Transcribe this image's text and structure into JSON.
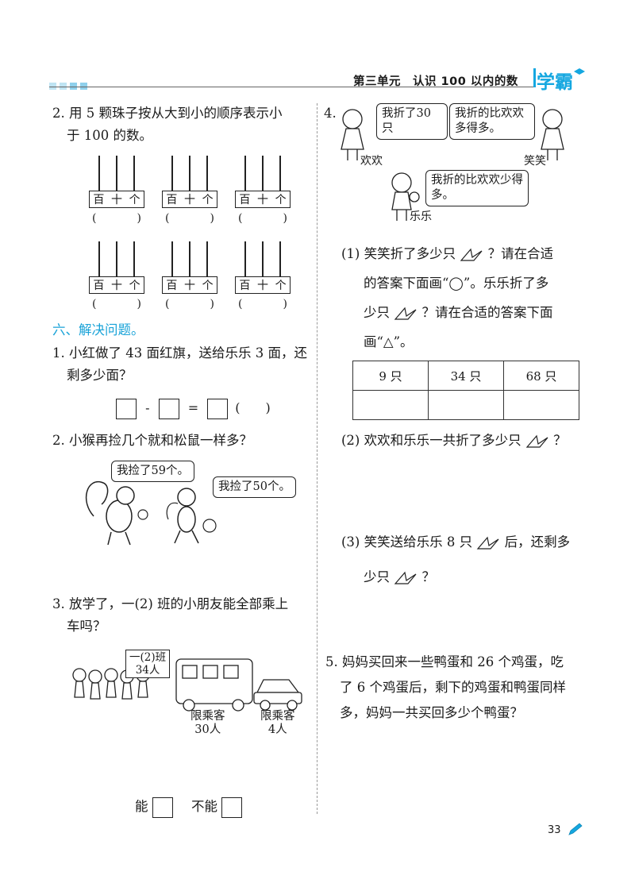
{
  "header": {
    "unit_title": "第三单元　认识 100 以内的数",
    "brand": "学霸"
  },
  "q2_abacus": {
    "text_line1": "2. 用 5 颗珠子按从大到小的顺序表示小",
    "text_line2": "于 100 的数。",
    "frame_labels": [
      "百",
      "十",
      "个"
    ],
    "answer_paren_open": "(",
    "answer_paren_close": ")"
  },
  "section6": {
    "title": "六、解决问题。"
  },
  "p1": {
    "line1": "1. 小红做了 43 面红旗，送给乐乐 3 面，还",
    "line2": "剩多少面？",
    "minus": "-",
    "equals": "=",
    "paren": "(　　)"
  },
  "p2": {
    "text": "2. 小猴再捡几个就和松鼠一样多？",
    "squirrel_says": "我捡了59个。",
    "monkey_says": "我捡了50个。"
  },
  "p3": {
    "line1": "3. 放学了，一(2) 班的小朋友能全部乘上",
    "line2": "车吗？",
    "sign_line1": "一(2)班",
    "sign_line2": "34人",
    "bus_line1": "限乘客",
    "bus_line2": "30人",
    "car_line1": "限乘客",
    "car_line2": "4人",
    "option_yes": "能",
    "option_no": "不能"
  },
  "p4": {
    "number": "4.",
    "huanhuan_says": "我折了30只",
    "xiaoxiao_says": "我折的比欢欢多得多。",
    "lele_says": "我折的比欢欢少得多。",
    "name_huanhuan": "欢欢",
    "name_xiaoxiao": "笑笑",
    "name_lele": "乐乐",
    "sub1_line1_a": "(1) 笑笑折了多少只",
    "sub1_line1_b": "？请在合适",
    "sub1_line2": "的答案下面画“◯”。乐乐折了多",
    "sub1_line3_a": "少只",
    "sub1_line3_b": "？请在合适的答案下面",
    "sub1_line4": "画“△”。",
    "table_headers": [
      "9 只",
      "34 只",
      "68 只"
    ],
    "sub2_a": "(2) 欢欢和乐乐一共折了多少只",
    "sub2_b": "？",
    "sub3_line1_a": "(3) 笑笑送给乐乐 8 只",
    "sub3_line1_b": "后，还剩多",
    "sub3_line2_a": "少只",
    "sub3_line2_b": "？"
  },
  "p5": {
    "line1": "5. 妈妈买回来一些鸭蛋和 26 个鸡蛋，吃",
    "line2": "了 6 个鸡蛋后，剩下的鸡蛋和鸭蛋同样",
    "line3": "多，妈妈一共买回多少个鸭蛋？"
  },
  "footer": {
    "page_number": "33"
  },
  "colors": {
    "accent": "#14a7e0",
    "section": "#19a3d8"
  }
}
